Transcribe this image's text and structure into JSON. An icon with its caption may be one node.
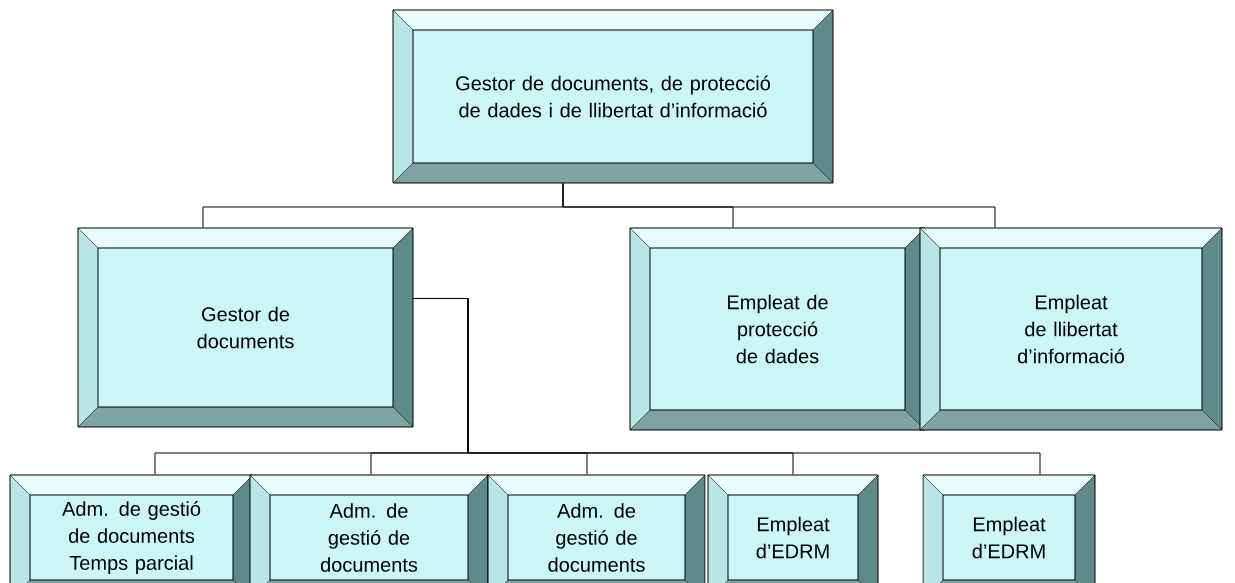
{
  "diagram": {
    "nodes": [
      {
        "text": [
          "Gestor de documents, de protecció de dades i de llibertat d’informació"
        ]
      },
      {
        "text": [
          "Gestor de documents"
        ]
      },
      {
        "text": [
          "Empleat de protecció de dades"
        ]
      },
      {
        "text": [
          "Empleat de llibertat d’informació"
        ]
      },
      {
        "text": [
          "Adm. de gestió de documents Temps parcial"
        ]
      },
      {
        "text": [
          "Adm. de gestió de documents"
        ]
      },
      {
        "text": [
          "Adm. de gestió de documents"
        ]
      },
      {
        "text": [
          "Empleat d’EDRM"
        ]
      },
      {
        "text": [
          "Empleat d’EDRM"
        ]
      }
    ],
    "edges": [
      {
        "from": 0,
        "to": 1,
        "arrow": "none"
      },
      {
        "from": 0,
        "to": 2,
        "arrow": "none"
      },
      {
        "from": 0,
        "to": 3,
        "arrow": "none"
      },
      {
        "from": 1,
        "to": 4,
        "arrow": "none"
      },
      {
        "from": 1,
        "to": 5,
        "arrow": "none"
      },
      {
        "from": 1,
        "to": 6,
        "arrow": "none"
      },
      {
        "from": 1,
        "to": 7,
        "arrow": "none"
      },
      {
        "from": 1,
        "to": 8,
        "arrow": "none"
      }
    ]
  }
}
